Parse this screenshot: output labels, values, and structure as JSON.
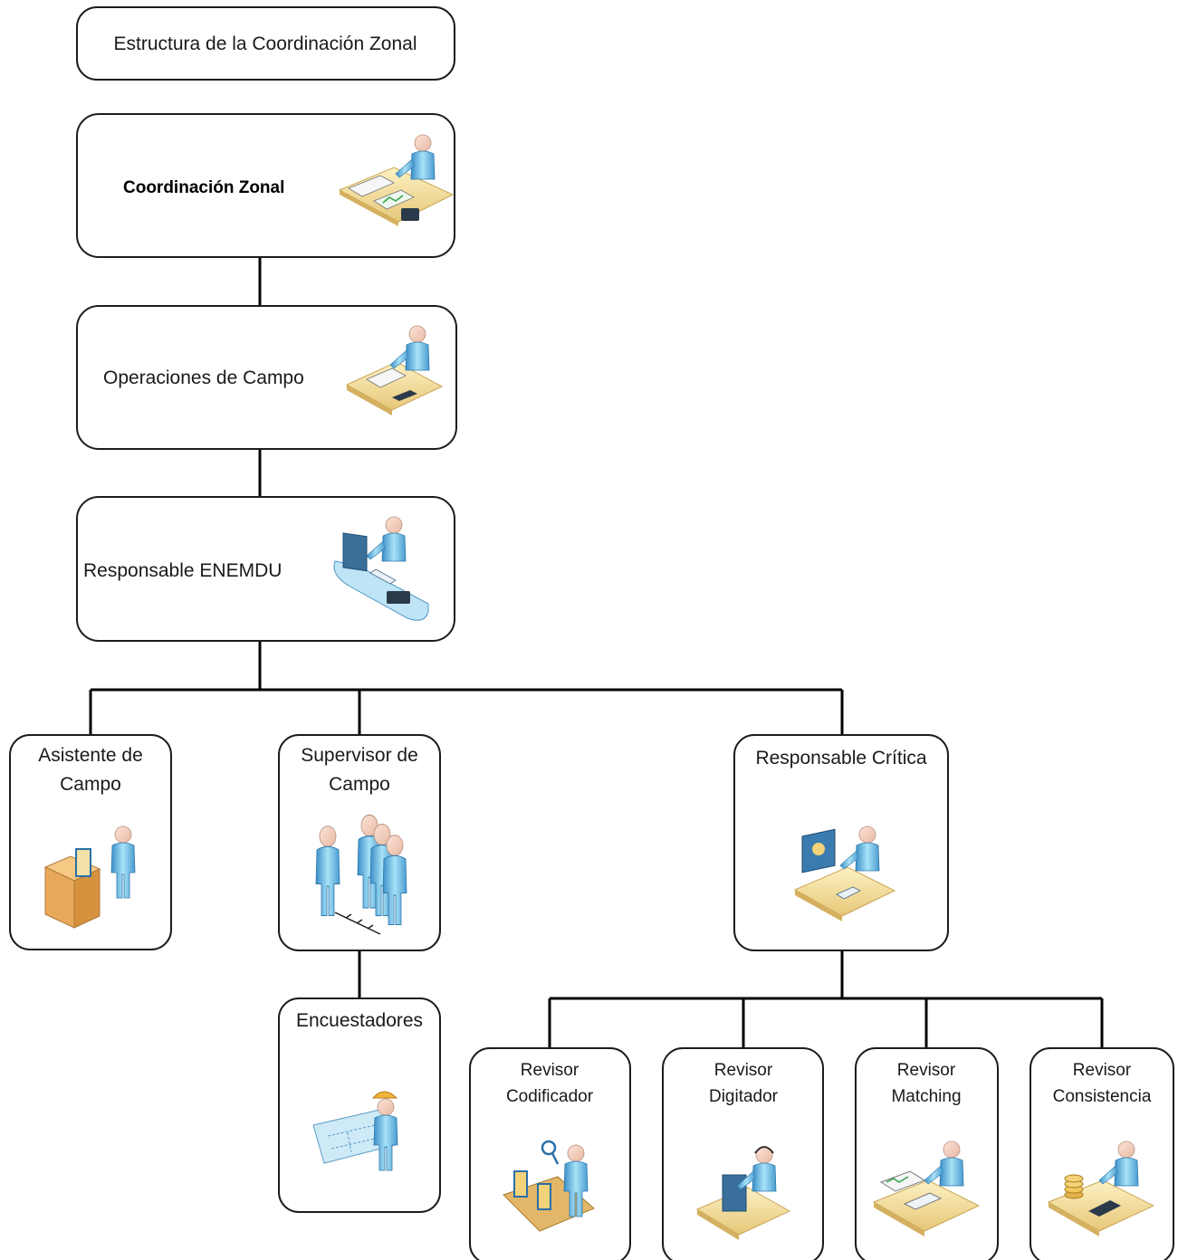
{
  "title": "Estructura de la Coordinación Zonal",
  "nodes": {
    "coordinacion": {
      "label": "Coordinación Zonal",
      "icon": "person-at-desk-with-charts-icon"
    },
    "operaciones": {
      "label": "Operaciones de Campo",
      "icon": "person-writing-at-desk-icon"
    },
    "responsable_enemdu": {
      "label": "Responsable ENEMDU",
      "icon": "person-at-computer-workstation-icon"
    },
    "asistente": {
      "line1": "Asistente de",
      "line2": "Campo",
      "icon": "person-with-boxes-icon"
    },
    "supervisor": {
      "line1": "Supervisor de",
      "line2": "Campo",
      "icon": "group-of-people-icon"
    },
    "encuestadores": {
      "label": "Encuestadores",
      "icon": "worker-with-blueprint-icon"
    },
    "responsable_critica": {
      "label": "Responsable Crítica",
      "icon": "person-at-design-monitor-icon"
    },
    "revisor_codificador": {
      "line1": "Revisor",
      "line2": "Codificador",
      "icon": "person-inspecting-conveyor-icon"
    },
    "revisor_digitador": {
      "line1": "Revisor",
      "line2": "Digitador",
      "icon": "person-with-headset-at-computer-icon"
    },
    "revisor_matching": {
      "line1": "Revisor",
      "line2": "Matching",
      "icon": "person-with-documents-icon"
    },
    "revisor_consistencia": {
      "line1": "Revisor",
      "line2": "Consistencia",
      "icon": "person-with-calculator-and-coins-icon"
    }
  },
  "colors": {
    "person": "#8fd3f0",
    "person_dark": "#3d8fc4",
    "desk": "#f3e1a6",
    "desk_edge": "#c9a657",
    "connector": "#000000"
  }
}
